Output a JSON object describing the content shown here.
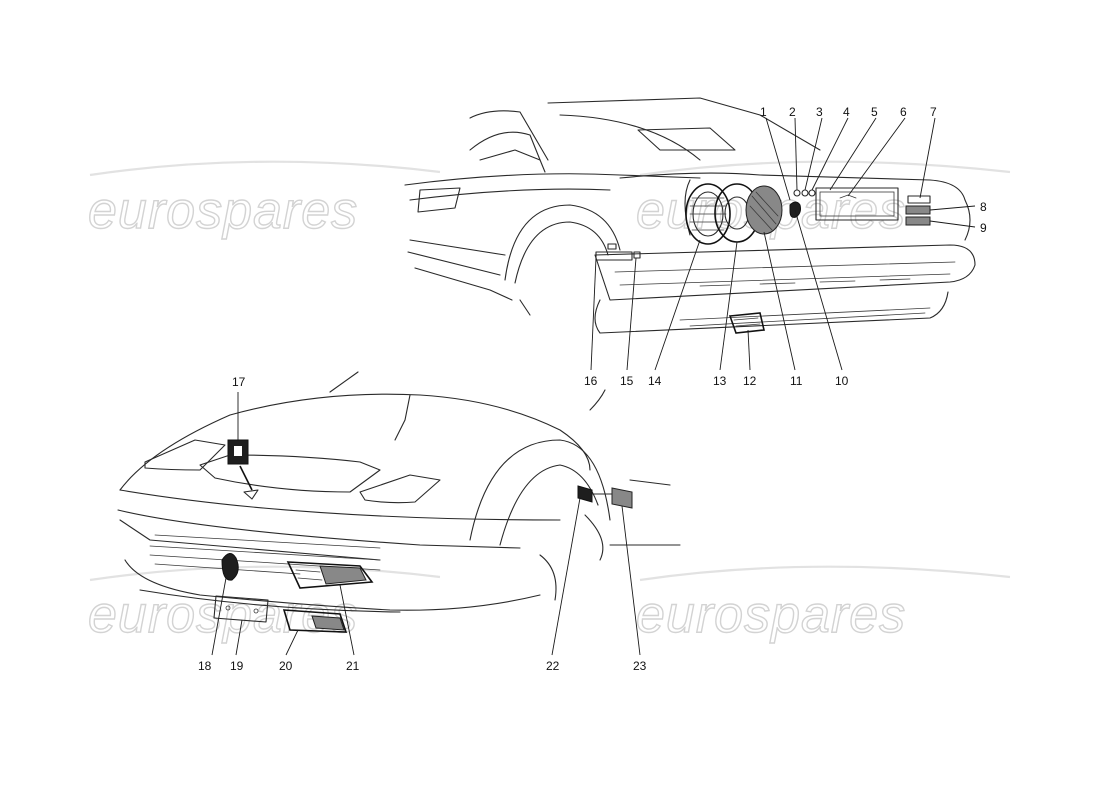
{
  "watermark": {
    "text": "eurospares"
  },
  "callouts": [
    "1",
    "2",
    "3",
    "4",
    "5",
    "6",
    "7",
    "8",
    "9",
    "10",
    "11",
    "12",
    "13",
    "14",
    "15",
    "16",
    "17",
    "18",
    "19",
    "20",
    "21",
    "22",
    "23"
  ]
}
